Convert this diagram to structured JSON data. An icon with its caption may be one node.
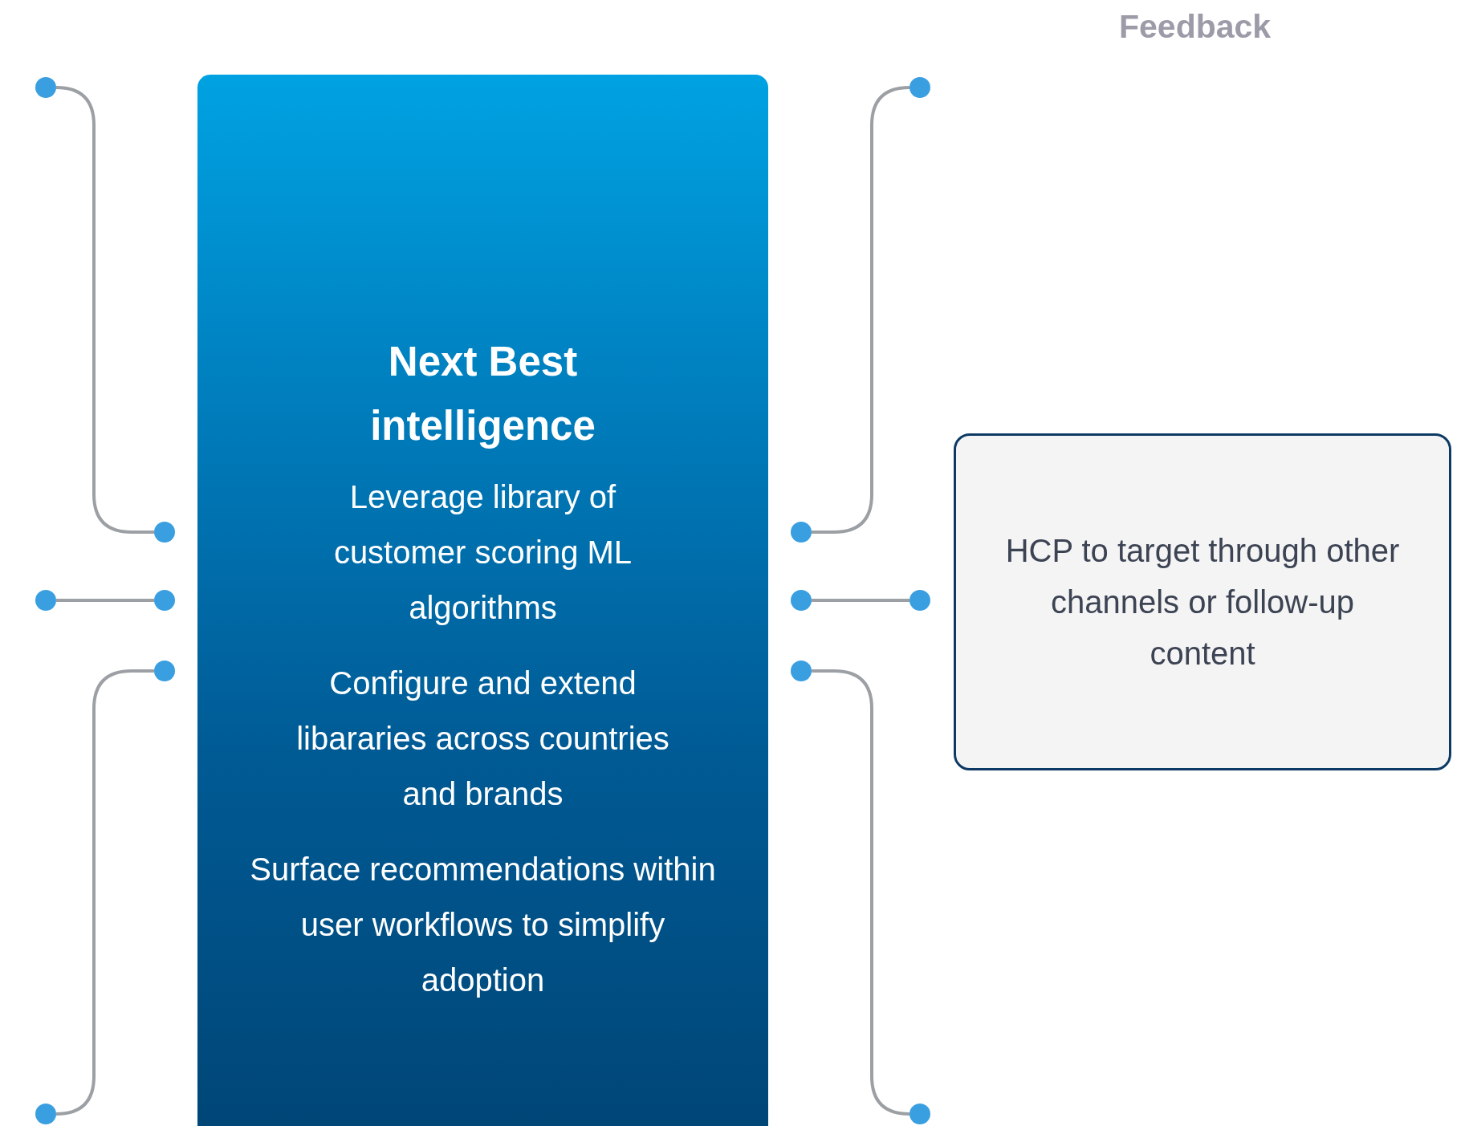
{
  "diagram": {
    "nodes": [
      {
        "text": [
          "Next Best intelligence",
          "Leverage library of customer scoring ML algorithms",
          "Configure and extend libararies across countries and brands",
          "Surface recommendations within user workflows to simplify adoption"
        ]
      },
      {
        "text": [
          "HCP to target through other channels or follow-up content"
        ]
      },
      {
        "text": [],
        "shape": "circle"
      },
      {
        "text": [],
        "shape": "circle"
      },
      {
        "text": [],
        "shape": "circle"
      },
      {
        "text": [],
        "shape": "circle"
      },
      {
        "text": [],
        "shape": "circle"
      },
      {
        "text": [],
        "shape": "circle"
      },
      {
        "text": [],
        "shape": "circle"
      },
      {
        "text": [],
        "shape": "circle"
      },
      {
        "text": [],
        "shape": "circle"
      },
      {
        "text": [],
        "shape": "circle"
      },
      {
        "text": [],
        "shape": "circle"
      },
      {
        "text": [],
        "shape": "circle"
      }
    ],
    "edges": [
      {
        "from": 2,
        "to": 3,
        "arrow": "none"
      },
      {
        "from": 4,
        "to": 5,
        "arrow": "none"
      },
      {
        "from": 6,
        "to": 7,
        "arrow": "none"
      },
      {
        "from": 8,
        "to": 9,
        "arrow": "none"
      },
      {
        "from": 10,
        "to": 11,
        "arrow": "none"
      },
      {
        "from": 12,
        "to": 13,
        "arrow": "none"
      }
    ],
    "labels": [
      "Feedback"
    ]
  }
}
